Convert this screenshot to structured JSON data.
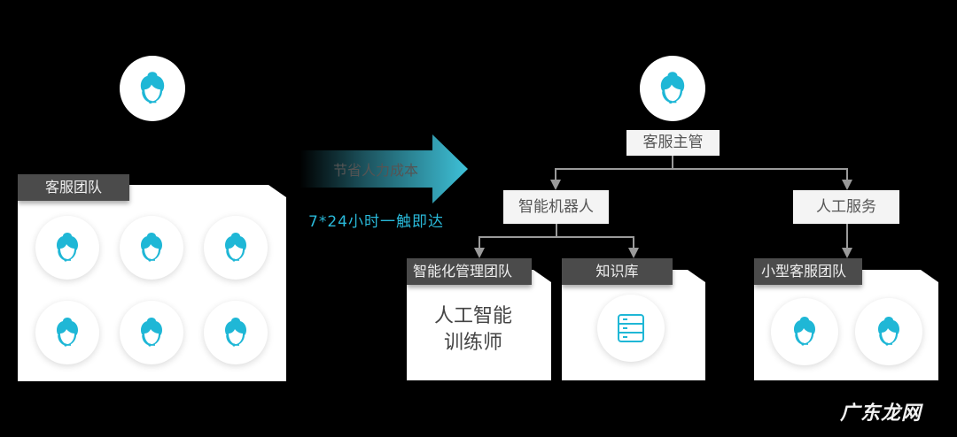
{
  "left": {
    "team_label": "客服团队",
    "member_count": 6
  },
  "transition": {
    "arrow_text": "节省人力成本",
    "caption": "7*24小时一触即达",
    "caption_color": "#29b8d8",
    "arrow_color_start": "#0d1a1f",
    "arrow_color_end": "#3ec1d8"
  },
  "right": {
    "root": "客服主管",
    "branch_left": "智能机器人",
    "branch_right": "人工服务",
    "sub_left_a": "智能化管理团队",
    "sub_left_a_body_line1": "人工智能",
    "sub_left_a_body_line2": "训练师",
    "sub_left_b": "知识库",
    "sub_right": "小型客服团队"
  },
  "watermark": "广东龙网",
  "colors": {
    "accent": "#1fb7d6",
    "tag_bg": "#4b4b4b",
    "background": "#000000"
  }
}
